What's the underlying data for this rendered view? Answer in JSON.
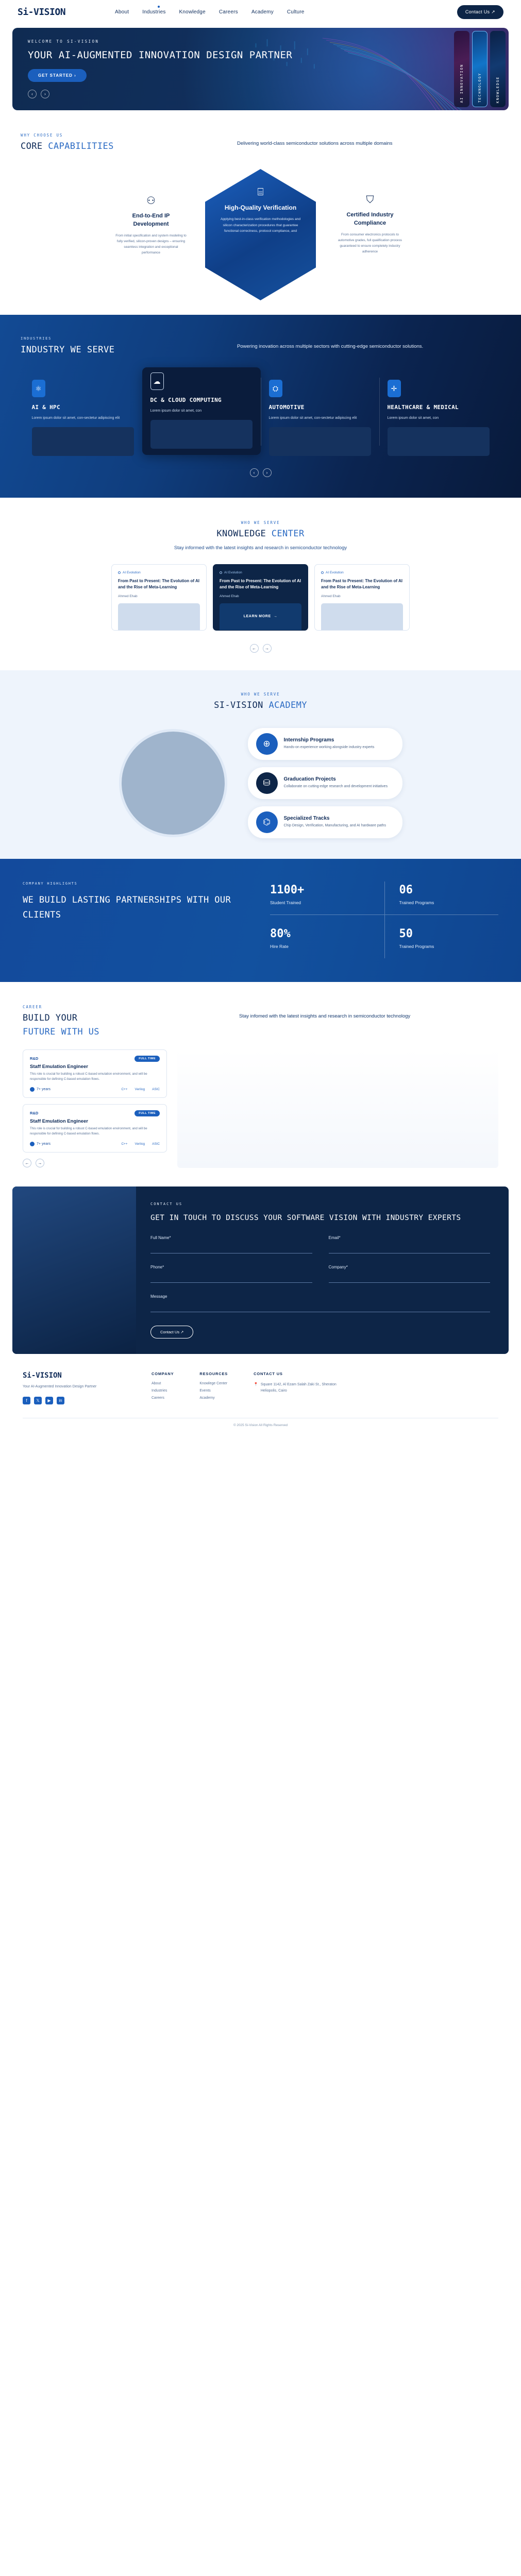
{
  "nav": {
    "logo": "Si-VISION",
    "links": [
      "About",
      "Industries",
      "Knowledge",
      "Careers",
      "Academy",
      "Culture"
    ],
    "cta": "Contact Us ↗"
  },
  "hero": {
    "eyebrow": "WELCOME TO SI-VISION",
    "title": "YOUR AI-AUGMENTED INNOVATION DESIGN PARTNER",
    "cta": "GET STARTED ›",
    "prev": "‹",
    "next": "›",
    "tabs": [
      "AI INNOVATION",
      "TECHNOLOGY",
      "KNOWLEDGE"
    ]
  },
  "core": {
    "eyebrow": "WHY CHOOSE US",
    "title_a": "CORE ",
    "title_b": "CAPABILITIES",
    "subtitle": "Delivering world-class semiconductor solutions across multiple domains",
    "cards": [
      {
        "icon": "head-chip-icon",
        "glyph": "⚇",
        "title": "End-to-End IP Development",
        "body": "From initial specification and system modeling to fully verified, silicon-proven designs – ensuring seamless integration and exceptional performance"
      },
      {
        "icon": "microchip-icon",
        "glyph": "⌸",
        "title": "High-Quality Verification",
        "body": "Applying best-in-class verification methodologies and silicon characterization procedures that guarantee functional correctness, protocol compliance, and"
      },
      {
        "icon": "shield-check-icon",
        "glyph": "⛉",
        "title": "Certified Industry Compliance",
        "body": "From consumer electronics protocols to automotive grades, full qualification process guaranteed to ensure completely industry adherence"
      }
    ]
  },
  "industries": {
    "eyebrow": "INDUSTRIES",
    "title": "INDUSTRY WE SERVE",
    "subtitle": "Powering inovation across multiple sectors with cutting-edge semiconductor solutions.",
    "cards": [
      {
        "icon": "ai-atom-icon",
        "glyph": "⚛",
        "title": "AI & HPC",
        "body": "Lorem ipsum dolor sit amet, con-sectetur adipiscing elit"
      },
      {
        "icon": "cloud-icon",
        "glyph": "☁",
        "title": "DC & CLOUD COMPUTING",
        "body": "Lorem ipsum dolor sit amet, con"
      },
      {
        "icon": "car-chip-icon",
        "glyph": "⛭",
        "title": "AUTOMOTIVE",
        "body": "Lorem ipsum dolor sit amet, con-sectetur adipiscing elit"
      },
      {
        "icon": "medical-chip-icon",
        "glyph": "✛",
        "title": "HEALTHCARE & MEDICAL",
        "body": "Lorem ipsum dolor sit amet, con"
      }
    ],
    "prev": "‹",
    "next": "›"
  },
  "knowledge": {
    "eyebrow": "WHO WE SERVE",
    "title_a": "KNOWLEDGE ",
    "title_b": "CENTER",
    "subtitle": "Stay informed with the latest insights and research in semiconductor technology",
    "cards": [
      {
        "tag": "AI Evolution",
        "title": "From Past to Present: The Evolution of AI and the Rise of Meta-Learning",
        "author": "Ahmed Ehab"
      },
      {
        "tag": "AI Evolution",
        "title": "From Past to Present: The Evolution of AI and the Rise of Meta-Learning",
        "author": "Ahmed Ehab",
        "overlay": "LEARN MORE"
      },
      {
        "tag": "AI Evolution",
        "title": "From Past to Present: The Evolution of AI and the Rise of Meta-Learning",
        "author": "Ahmed Ehab"
      }
    ],
    "prev": "←",
    "next": "→"
  },
  "academy": {
    "eyebrow": "WHO WE SERVE",
    "title_a": "SI-VISION ",
    "title_b": "ACADEMY",
    "items": [
      {
        "icon": "globe-circuit-icon",
        "glyph": "⊕",
        "title": "Internship Programs",
        "body": "Hands-on experience working alongside industry experts"
      },
      {
        "icon": "briefcase-graduation-icon",
        "glyph": "⛁",
        "title": "Graducation Projects",
        "body": "Collaborate on cutting-edge research and development initiatives"
      },
      {
        "icon": "chip-icon",
        "glyph": "⌬",
        "title": "Specialized Tracks",
        "body": "Chip Design, Verification, Manufacturing, and AI hardware paths"
      }
    ]
  },
  "highlights": {
    "eyebrow": "COMPANY HIGHLIGHTS",
    "title": "WE BUILD LASTING PARTNERSHIPS WITH OUR CLIENTS",
    "stats": [
      {
        "num": "1100+",
        "label": "Student Trained"
      },
      {
        "num": "06",
        "label": "Trained Programs"
      },
      {
        "num": "80%",
        "label": "Hire Rate"
      },
      {
        "num": "50",
        "label": "Trained Programs"
      }
    ]
  },
  "career": {
    "eyebrow": "CAREER",
    "title_a": "BUILD YOUR",
    "title_b": "FUTURE WITH US",
    "subtitle": "Stay infomed with the latest insights and research in semiconductor technology",
    "jobs": [
      {
        "dept": "R&D",
        "badge": "FULL TIME",
        "title": "Staff Emulation Engineer",
        "body": "This role is crucial for building a robust C-based emulation environment, and will be responsible for defining C-based emulation flows.",
        "years": "7+ years",
        "tags": [
          "C++",
          "Verilog",
          "ASIC"
        ]
      },
      {
        "dept": "R&D",
        "badge": "FULL TIME",
        "title": "Staff Emulation Engineer",
        "body": "This role is crucial for building a robust C-based emulation environment, and will be responsible for defining C-based emulation flows.",
        "years": "7+ years",
        "tags": [
          "C++",
          "Verilog",
          "ASIC"
        ]
      }
    ],
    "prev": "←",
    "next": "→"
  },
  "contact": {
    "eyebrow": "CONTACT US",
    "title": "GET IN TOUCH TO DISCUSS YOUR SOFTWARE VISION WITH INDUSTRY EXPERTS",
    "fields": [
      {
        "label": "Full Name*",
        "value": ""
      },
      {
        "label": "Email*",
        "value": ""
      },
      {
        "label": "Phone*",
        "value": ""
      },
      {
        "label": "Company*",
        "value": ""
      },
      {
        "label": "Message",
        "value": ""
      }
    ],
    "cta": "Contact Us ↗"
  },
  "footer": {
    "logo": "Si-VISION",
    "tagline": "Your AI-Augmented Innovation Design Partner",
    "social": [
      "f",
      "𝕏",
      "▶",
      "in"
    ],
    "columns": [
      {
        "heading": "COMPANY",
        "items": [
          "About",
          "Industries",
          "Careers"
        ]
      },
      {
        "heading": "RESOURCES",
        "items": [
          "Knowlege Center",
          "Events",
          "Academy"
        ]
      }
    ],
    "contact_heading": "CONTACT US",
    "address": "Square 1142, Al Ezam Salah Zaki St., Sheraton Heliopolis, Cairo",
    "copyright": "© 2025 Si-Vision All Rights Reserved"
  }
}
